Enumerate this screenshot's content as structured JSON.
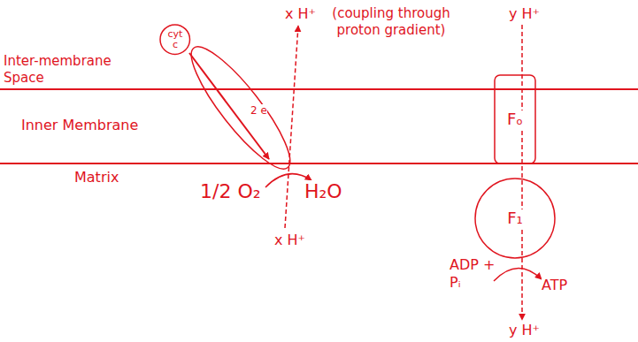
{
  "diagram": {
    "nodes": [
      {
        "text": [
          "cyt c"
        ]
      },
      {
        "text": [
          "Fₒ"
        ]
      },
      {
        "text": [
          "F₁"
        ]
      }
    ],
    "labels": [
      "Inter-membrane Space",
      "Inner Membrane",
      "Matrix",
      "x H⁺",
      "(coupling through proton gradient)",
      "y H⁺",
      "2 e",
      "1/2 O₂",
      "H₂O",
      "x H⁺",
      "ADP + Pᵢ",
      "ATP",
      "y H⁺"
    ]
  }
}
